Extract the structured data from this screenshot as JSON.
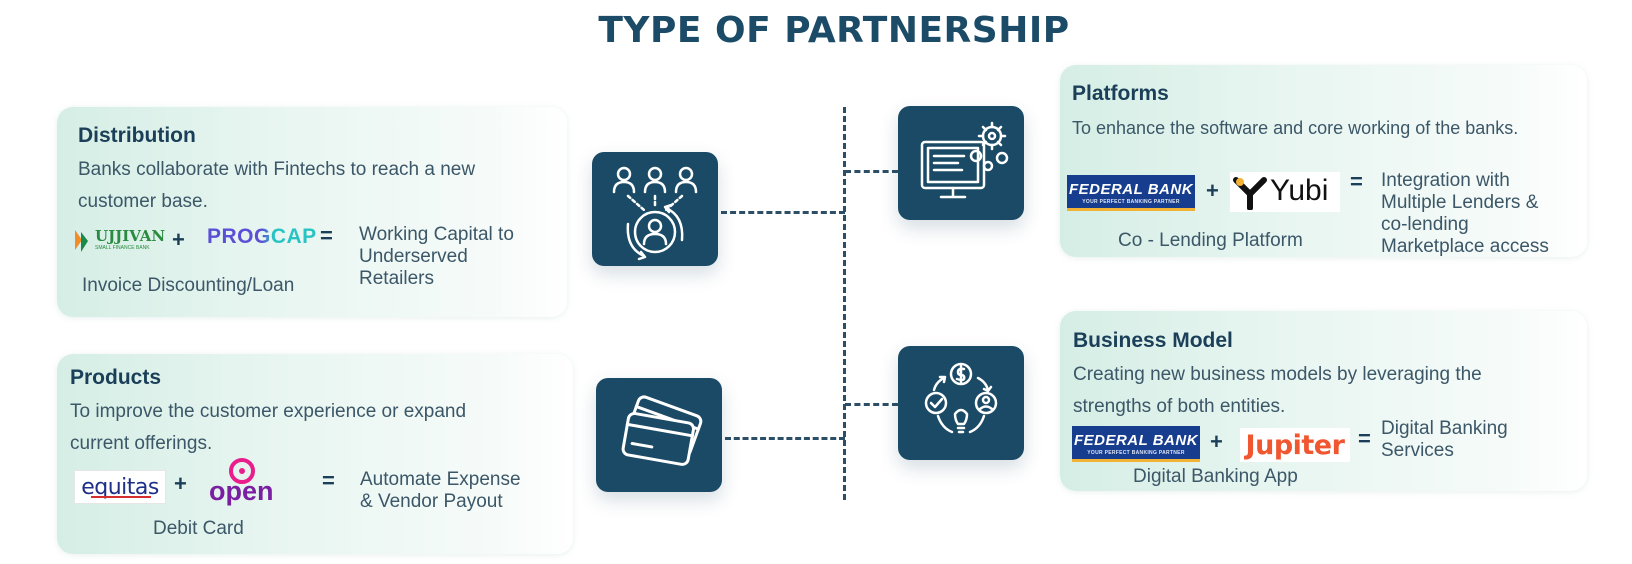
{
  "title": "TYPE OF PARTNERSHIP",
  "distribution": {
    "heading": "Distribution",
    "description_line1": "Banks collaborate with Fintechs to reach a new",
    "description_line2": "customer base.",
    "partner1": "UJJIVAN",
    "partner1_tagline": "SMALL FINANCE BANK",
    "partner2": "PROGCAP",
    "plus": "+",
    "equals": "=",
    "result_line1": "Working Capital to",
    "result_line2": "Underserved",
    "result_line3": "Retailers",
    "caption": "Invoice Discounting/Loan"
  },
  "products": {
    "heading": "Products",
    "description_line1": "To improve the customer experience or expand",
    "description_line2": "current offerings.",
    "partner1": "equitas",
    "partner2": "open",
    "plus": "+",
    "equals": "=",
    "result_line1": "Automate Expense",
    "result_line2": "& Vendor Payout",
    "caption": "Debit Card"
  },
  "platforms": {
    "heading": "Platforms",
    "description": "To enhance the software and core working of the banks.",
    "partner1": "FEDERAL BANK",
    "partner1_tagline": "YOUR PERFECT BANKING PARTNER",
    "partner2": "Yubi",
    "plus": "+",
    "equals": "=",
    "result_line1": "Integration with",
    "result_line2": "Multiple Lenders &",
    "result_line3": "co-lending",
    "result_line4": "Marketplace access",
    "caption": "Co - Lending Platform"
  },
  "business_model": {
    "heading": "Business Model",
    "description_line1": "Creating new business models by leveraging the",
    "description_line2": "strengths of both entities.",
    "partner1": "FEDERAL BANK",
    "partner1_tagline": "YOUR PERFECT BANKING PARTNER",
    "partner2": "Jupiter",
    "plus": "+",
    "equals": "=",
    "result_line1": "Digital Banking",
    "result_line2": "Services",
    "caption": "Digital Banking App"
  },
  "colors": {
    "hub_fill": "#1a4a66",
    "heading": "#1b3f58",
    "card_gradient_start": "#d5eee5",
    "federal_blue": "#173d8f",
    "jupiter_orange": "#f0562f",
    "open_purple": "#7b1fa2",
    "progcap_purple": "#5b4fd6",
    "progcap_teal": "#29c3c4"
  },
  "icons": {
    "distribution_hub": "customer-network-icon",
    "products_hub": "credit-cards-icon",
    "platforms_hub": "computer-gears-icon",
    "business_hub": "business-cycle-icon"
  }
}
